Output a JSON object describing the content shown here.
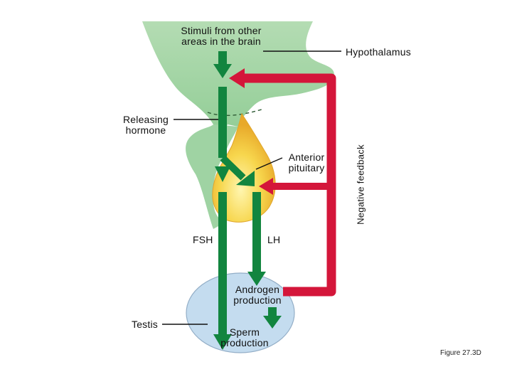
{
  "labels": {
    "stimuli": "Stimuli from other\nareas in the brain",
    "hypothalamus": "Hypothalamus",
    "releasing_hormone": "Releasing\nhormone",
    "anterior_pituitary": "Anterior\npituitary",
    "negative_feedback": "Negative feedback",
    "fsh": "FSH",
    "lh": "LH",
    "androgen_production": "Androgen\nproduction",
    "testis": "Testis",
    "sperm_production": "Sperm\nproduction"
  },
  "caption": "Figure 27.3D",
  "colors": {
    "hypothalamus_fill": "#9fd3a3",
    "pituitary_fill": "#f6cf45",
    "testis_fill": "#c4dcef",
    "stimulation_arrow": "#12853f",
    "feedback_arrow": "#d4163a"
  }
}
